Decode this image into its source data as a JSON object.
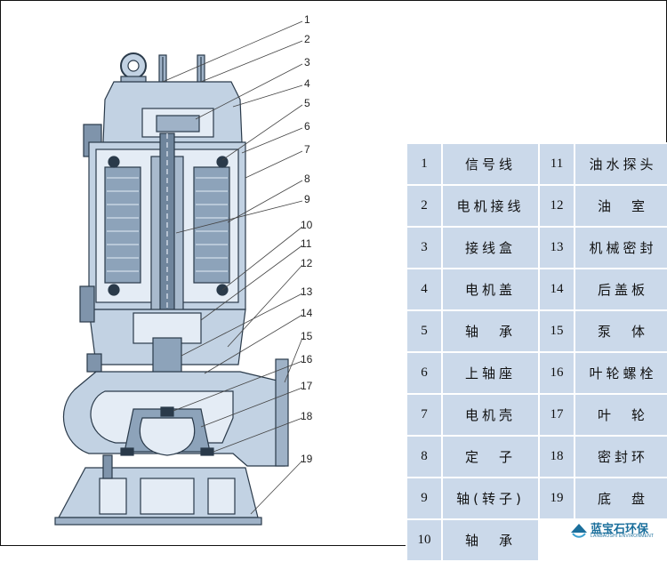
{
  "callouts": [
    "1",
    "2",
    "3",
    "4",
    "5",
    "6",
    "7",
    "8",
    "9",
    "10",
    "11",
    "12",
    "13",
    "14",
    "15",
    "16",
    "17",
    "18",
    "19"
  ],
  "parts": [
    {
      "left_num": "1",
      "left_name": "信号线",
      "right_num": "11",
      "right_name": "油水探头"
    },
    {
      "left_num": "2",
      "left_name": "电机接线",
      "right_num": "12",
      "right_name": "油　室"
    },
    {
      "left_num": "3",
      "left_name": "接线盒",
      "right_num": "13",
      "right_name": "机械密封"
    },
    {
      "left_num": "4",
      "left_name": "电机盖",
      "right_num": "14",
      "right_name": "后盖板"
    },
    {
      "left_num": "5",
      "left_name": "轴　承",
      "right_num": "15",
      "right_name": "泵　体"
    },
    {
      "left_num": "6",
      "left_name": "上轴座",
      "right_num": "16",
      "right_name": "叶轮螺栓"
    },
    {
      "left_num": "7",
      "left_name": "电机壳",
      "right_num": "17",
      "right_name": "叶　轮"
    },
    {
      "left_num": "8",
      "left_name": "定　子",
      "right_num": "18",
      "right_name": "密封环"
    },
    {
      "left_num": "9",
      "left_name": "轴(转子)",
      "right_num": "19",
      "right_name": "底　盘"
    },
    {
      "left_num": "10",
      "left_name": "轴　承",
      "right_num": "",
      "right_name": ""
    }
  ],
  "logo": {
    "cn": "蓝宝石环保",
    "en": "LANBAOSHI ENVIRONMENT"
  },
  "colors": {
    "body": "#c2d2e3",
    "dark": "#2a3a4a",
    "table_cell": "#cbd9ea",
    "logo": "#1b6f9c"
  }
}
